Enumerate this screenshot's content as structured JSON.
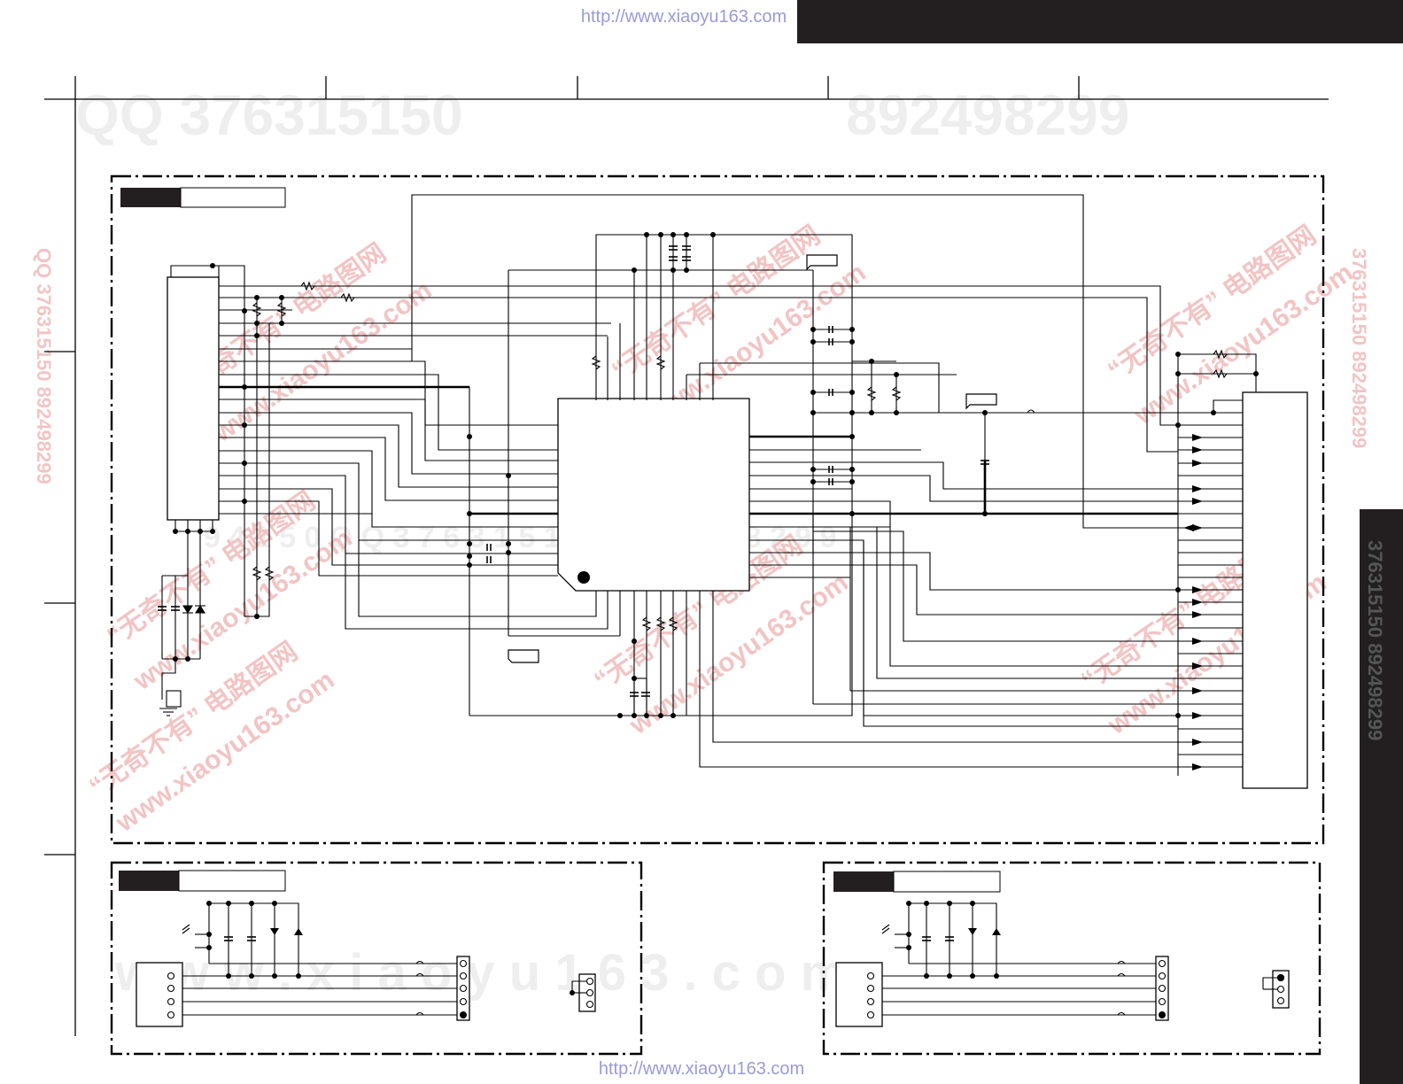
{
  "header": {
    "url_top": "http://www.xiaoyu163.com"
  },
  "footer": {
    "url_bottom": "http://www.xiaoyu163.com"
  },
  "watermarks": {
    "qq_left": "QQ 376315150",
    "qq_right": "892498299",
    "middle": "9 4 1 5 0   Q Q   3 7 6 3 1 5 1 5 0   8 9 2 4 9 8 2 9 9",
    "bottom": "w w w . x i a o y u 1 6 3 . c o m",
    "diag_cn": "“无奇不有” 电路图网",
    "diag_url": "www.xiaoyu163.com",
    "side_left": "QQ 376315150 892498299",
    "side_right": "376315150 892498299"
  },
  "colors": {
    "line": "#000000",
    "dark_panel": "#231f20",
    "watermark": "#f2c4c4",
    "url": "#9a9ad8"
  }
}
